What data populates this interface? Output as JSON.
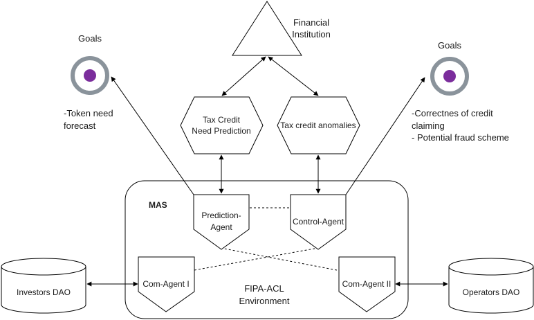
{
  "financial_institution": {
    "line1": "Financial",
    "line2": "Institution"
  },
  "goals_left": {
    "title": "Goals",
    "desc_line1": "-Token need",
    "desc_line2": "forecast",
    "target_color": "#7b2d9c",
    "ring_color": "#8a939b"
  },
  "goals_right": {
    "title": "Goals",
    "desc_line1": "-Correctnes of credit",
    "desc_line2": "claiming",
    "desc_line3": "- Potential fraud scheme",
    "target_color": "#7b2d9c",
    "ring_color": "#8a939b"
  },
  "tax_credit_need": {
    "line1": "Tax Credit",
    "line2": "Need Prediction"
  },
  "tax_credit_anomalies": {
    "label": "Tax credit anomalies"
  },
  "mas": {
    "title": "MAS",
    "environment_line1": "FIPA-ACL",
    "environment_line2": "Environment"
  },
  "prediction_agent": {
    "line1": "Prediction-",
    "line2": "Agent"
  },
  "control_agent": {
    "label": "Control-Agent"
  },
  "com_agent_1": {
    "label": "Com-Agent I"
  },
  "com_agent_2": {
    "label": "Com-Agent II"
  },
  "investors_dao": {
    "label": "Investors DAO"
  },
  "operators_dao": {
    "label": "Operators DAO"
  }
}
